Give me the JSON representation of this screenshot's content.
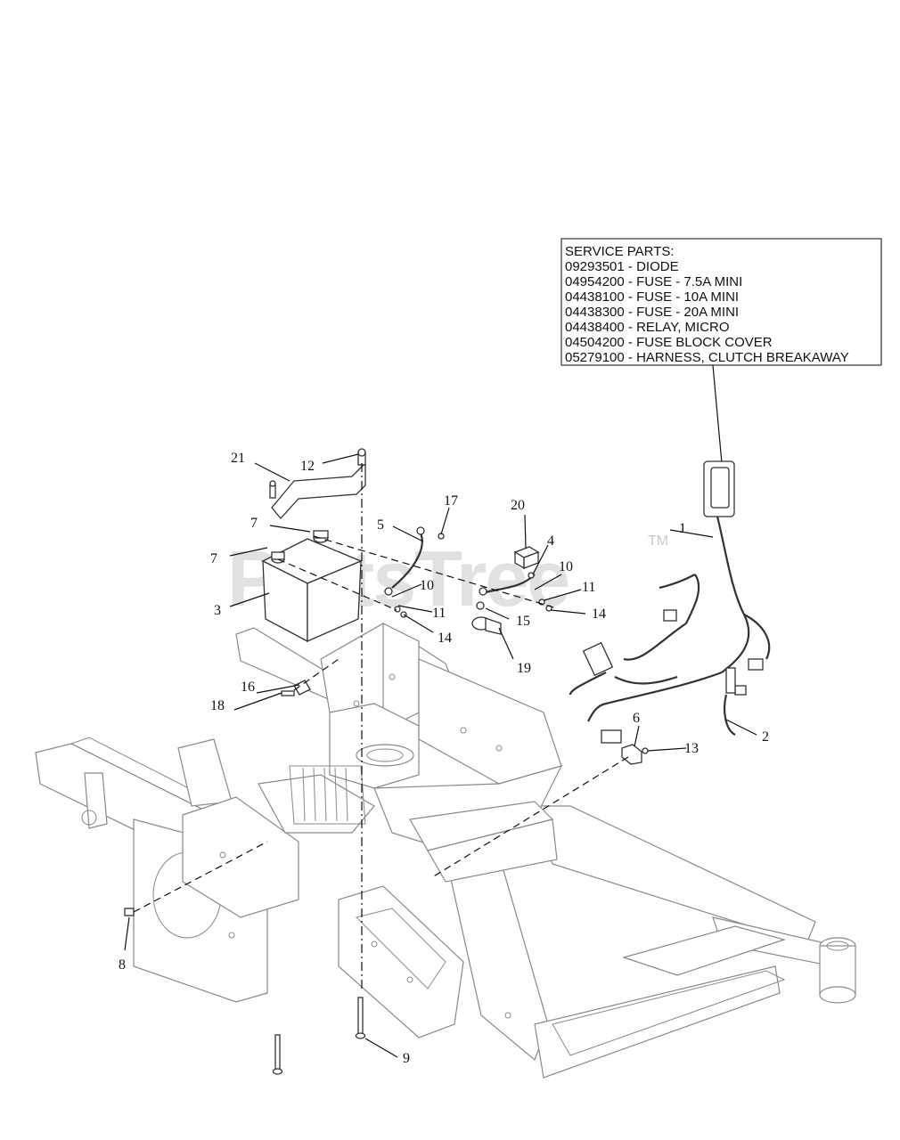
{
  "service_parts": {
    "title": "SERVICE PARTS:",
    "lines": [
      "09293501 - DIODE",
      "04954200 - FUSE - 7.5A MINI",
      "04438100 - FUSE - 10A MINI",
      "04438300 - FUSE - 20A MINI",
      "04438400 - RELAY, MICRO",
      "04504200 - FUSE BLOCK COVER",
      "05279100 - HARNESS, CLUTCH BREAKAWAY"
    ]
  },
  "watermark": {
    "text": "PartsTree",
    "tm": "TM"
  },
  "callouts": {
    "c1": "1",
    "c2": "2",
    "c3": "3",
    "c4": "4",
    "c5": "5",
    "c6": "6",
    "c7a": "7",
    "c7b": "7",
    "c8": "8",
    "c9": "9",
    "c10a": "10",
    "c10b": "10",
    "c11a": "11",
    "c11b": "11",
    "c12": "12",
    "c13": "13",
    "c14a": "14",
    "c14b": "14",
    "c15": "15",
    "c16": "16",
    "c17": "17",
    "c18": "18",
    "c19": "19",
    "c20": "20",
    "c21": "21"
  }
}
